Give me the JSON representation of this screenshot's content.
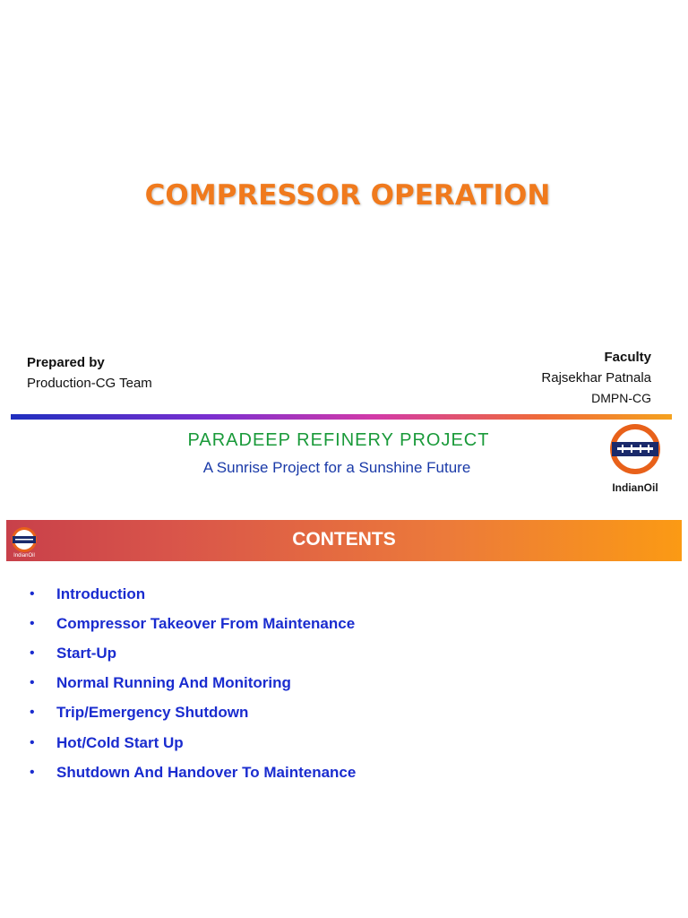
{
  "slide1": {
    "title": "COMPRESSOR OPERATION",
    "prepared_by_label": "Prepared by",
    "prepared_by_team": "Production-CG Team",
    "faculty_label": "Faculty",
    "faculty_name": "Rajsekhar Patnala",
    "faculty_dept": "DMPN-CG",
    "project_title": "PARADEEP REFINERY PROJECT",
    "project_tagline": "A Sunrise Project for a Sunshine Future",
    "logo_label": "IndianOil"
  },
  "slide2": {
    "banner_title": "CONTENTS",
    "logo_label": "IndianOil",
    "items": [
      "Introduction",
      "Compressor Takeover From Maintenance",
      "Start-Up",
      "Normal Running And Monitoring",
      "Trip/Emergency Shutdown",
      "Hot/Cold Start Up",
      "Shutdown And Handover To Maintenance"
    ],
    "bullet": "•"
  },
  "colors": {
    "title_orange": "#f07a1d",
    "project_green": "#1a9a3a",
    "tagline_blue": "#1a3aa8",
    "list_blue": "#1a2ccf",
    "logo_orange": "#e8611a",
    "logo_navy": "#1a2a6b"
  }
}
